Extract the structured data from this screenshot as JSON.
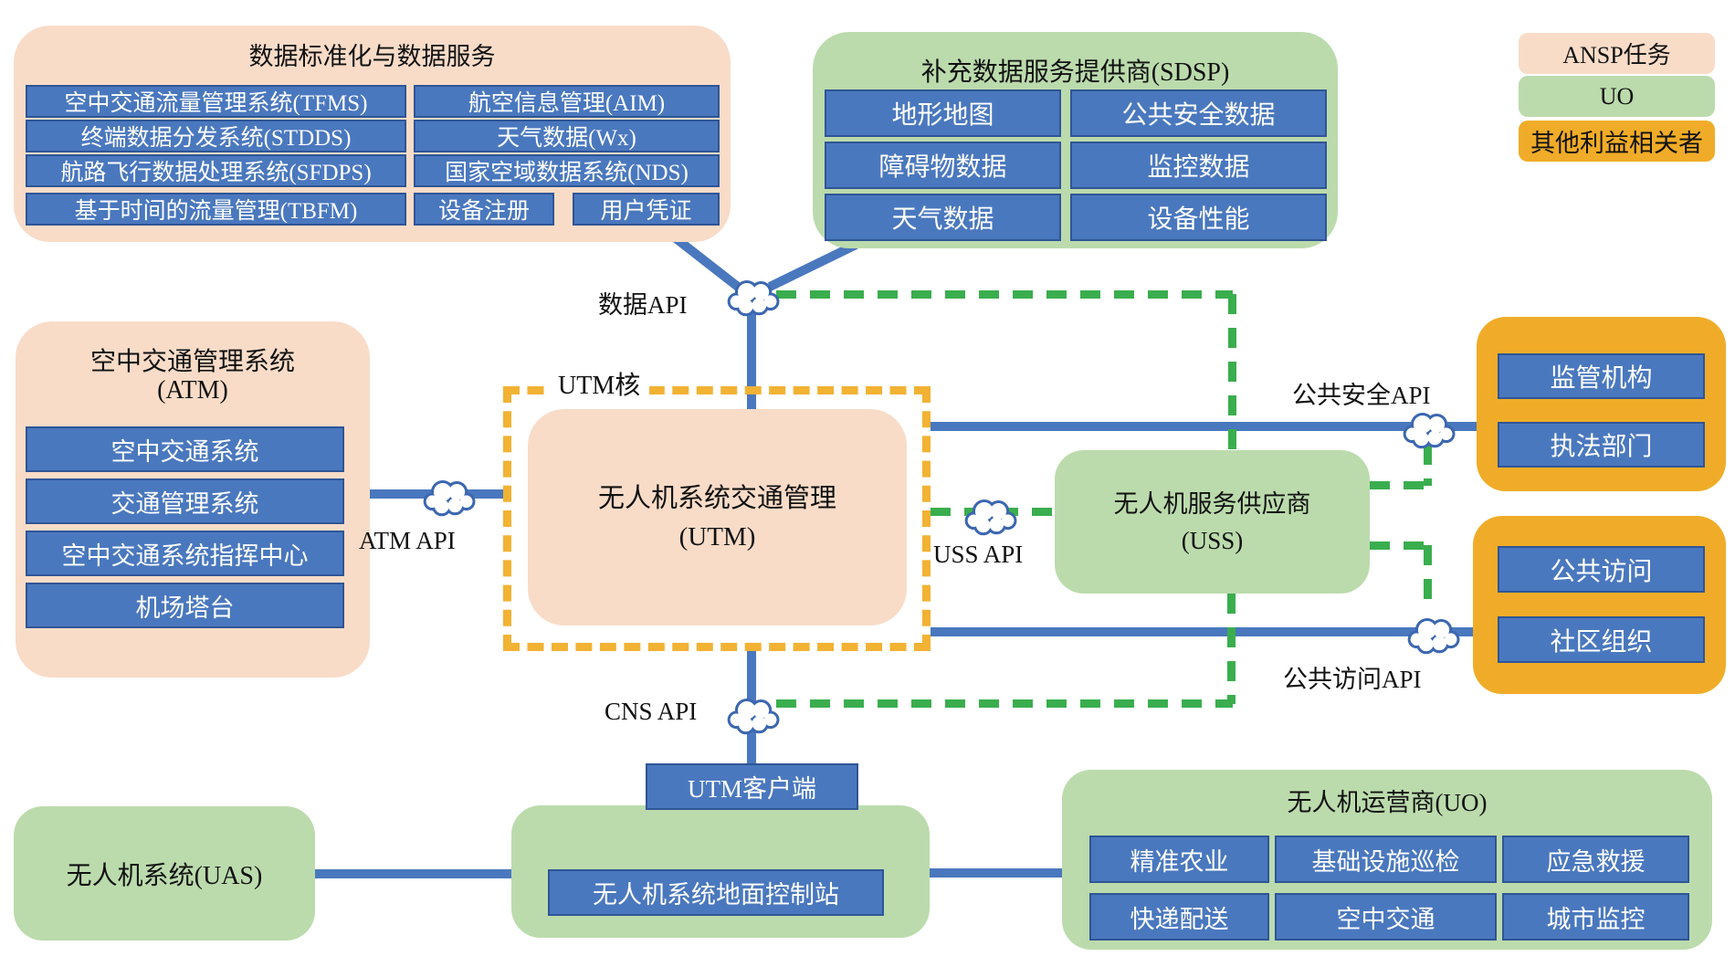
{
  "data_services": {
    "title": "数据标准化与数据服务",
    "left": [
      "空中交通流量管理系统(TFMS)",
      "终端数据分发系统(STDDS)",
      "航路飞行数据处理系统(SFDPS)",
      "基于时间的流量管理(TBFM)"
    ],
    "right": [
      "航空信息管理(AIM)",
      "天气数据(Wx)",
      "国家空域数据系统(NDS)"
    ],
    "right_small": [
      "设备注册",
      "用户凭证"
    ]
  },
  "sdsp": {
    "title": "补充数据服务提供商(SDSP)",
    "rows": [
      [
        "地形地图",
        "公共安全数据"
      ],
      [
        "障碍物数据",
        "监控数据"
      ],
      [
        "天气数据",
        "设备性能"
      ]
    ]
  },
  "legend": {
    "ansp": "ANSP任务",
    "uo": "UO",
    "other": "其他利益相关者"
  },
  "atm": {
    "title1": "空中交通管理系统",
    "title2": "(ATM)",
    "items": [
      "空中交通系统",
      "交通管理系统",
      "空中交通系统指挥中心",
      "机场塔台"
    ]
  },
  "utm_core": {
    "label": "UTM核"
  },
  "utm": {
    "line1": "无人机系统交通管理",
    "line2": "(UTM)"
  },
  "uss": {
    "line1": "无人机服务供应商",
    "line2": "(USS)"
  },
  "regulatory": {
    "items": [
      "监管机构",
      "执法部门"
    ]
  },
  "community": {
    "items": [
      "公共访问",
      "社区组织"
    ]
  },
  "uas": {
    "label": "无人机系统(UAS)"
  },
  "gcs": {
    "station": "无人机系统地面控制站"
  },
  "utm_client": {
    "label": "UTM客户端"
  },
  "uo": {
    "title": "无人机运营商(UO)",
    "rows": [
      [
        "精准农业",
        "基础设施巡检",
        "应急救援"
      ],
      [
        "快递配送",
        "空中交通",
        "城市监控"
      ]
    ]
  },
  "api": {
    "data": "数据API",
    "atm": "ATM API",
    "uss": "USS API",
    "cns": "CNS API",
    "public_safety": "公共安全API",
    "public_access": "公共访问API"
  },
  "colors": {
    "ansp_fill": "#F8DCC8",
    "uo_fill": "#BBDBAC",
    "other_fill": "#F0AC28",
    "item_blue": "#4A78BE",
    "item_border": "#2F5596",
    "line_blue": "#4A78BE",
    "dash_green": "#3AAE4E",
    "dash_yellow": "#F2B233",
    "cloud_stroke": "#3C67B0"
  }
}
